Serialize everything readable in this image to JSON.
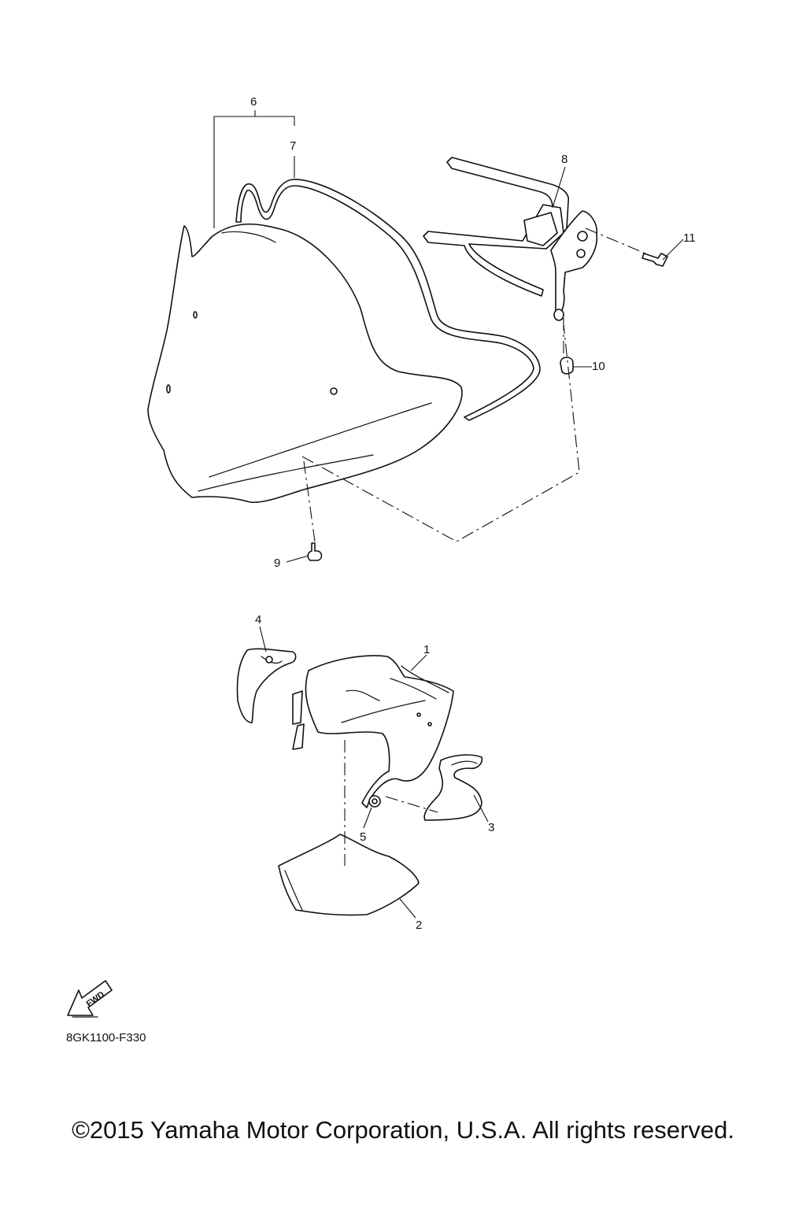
{
  "diagram": {
    "callouts": [
      "6",
      "7",
      "8",
      "11",
      "10",
      "9",
      "4",
      "1",
      "3",
      "5",
      "2"
    ],
    "fwd_label": "FWD",
    "diagram_code": "8GK1100-F330",
    "copyright": "©2015 Yamaha Motor Corporation, U.S.A. All rights reserved."
  }
}
